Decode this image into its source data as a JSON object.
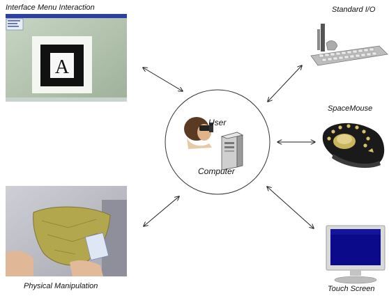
{
  "center": {
    "user_label": "User",
    "computer_label": "Computer",
    "circle_color": "#333333"
  },
  "nodes": {
    "interface_menu": {
      "label": "Interface Menu Interaction",
      "marker_letter": "A"
    },
    "standard_io": {
      "label": "Standard I/O"
    },
    "spacemouse": {
      "label": "SpaceMouse"
    },
    "physical": {
      "label": "Physical Manipulation"
    },
    "touch_screen": {
      "label": "Touch Screen"
    }
  },
  "colors": {
    "arrow": "#222222",
    "screen_blue": "#0a0a8a",
    "wall_green": "#b9c9b4",
    "bag_olive": "#b6ab4f"
  }
}
